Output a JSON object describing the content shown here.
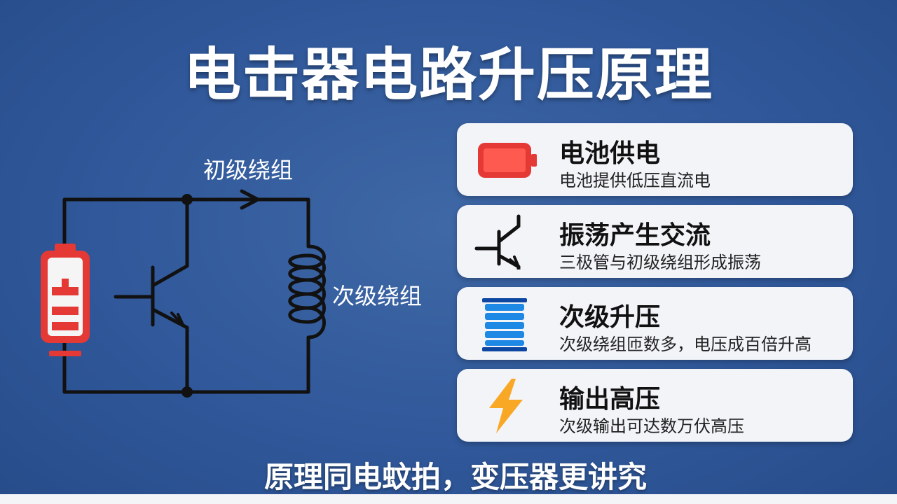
{
  "title": "电击器电路升压原理",
  "diagram": {
    "primary_label": "初级绕组",
    "secondary_label": "次级绕组"
  },
  "cards": [
    {
      "title": "电池供电",
      "desc": "电池提供低压直流电",
      "icon": "battery-icon"
    },
    {
      "title": "振荡产生交流",
      "desc": "三极管与初级绕组形成振荡",
      "icon": "transistor-icon"
    },
    {
      "title": "次级升压",
      "desc": "次级绕组匝数多，电压成百倍升高",
      "icon": "coil-icon"
    },
    {
      "title": "输出高压",
      "desc": "次级输出可达数万伏高压",
      "icon": "lightning-icon"
    }
  ],
  "subtitle": "原理同电蚊拍，变压器更讲究",
  "colors": {
    "background": "#30589a",
    "battery_red": "#e53935",
    "coil_blue": "#1e88e5",
    "lightning_orange": "#f9a825",
    "card_bg": "#f2f4f8"
  }
}
